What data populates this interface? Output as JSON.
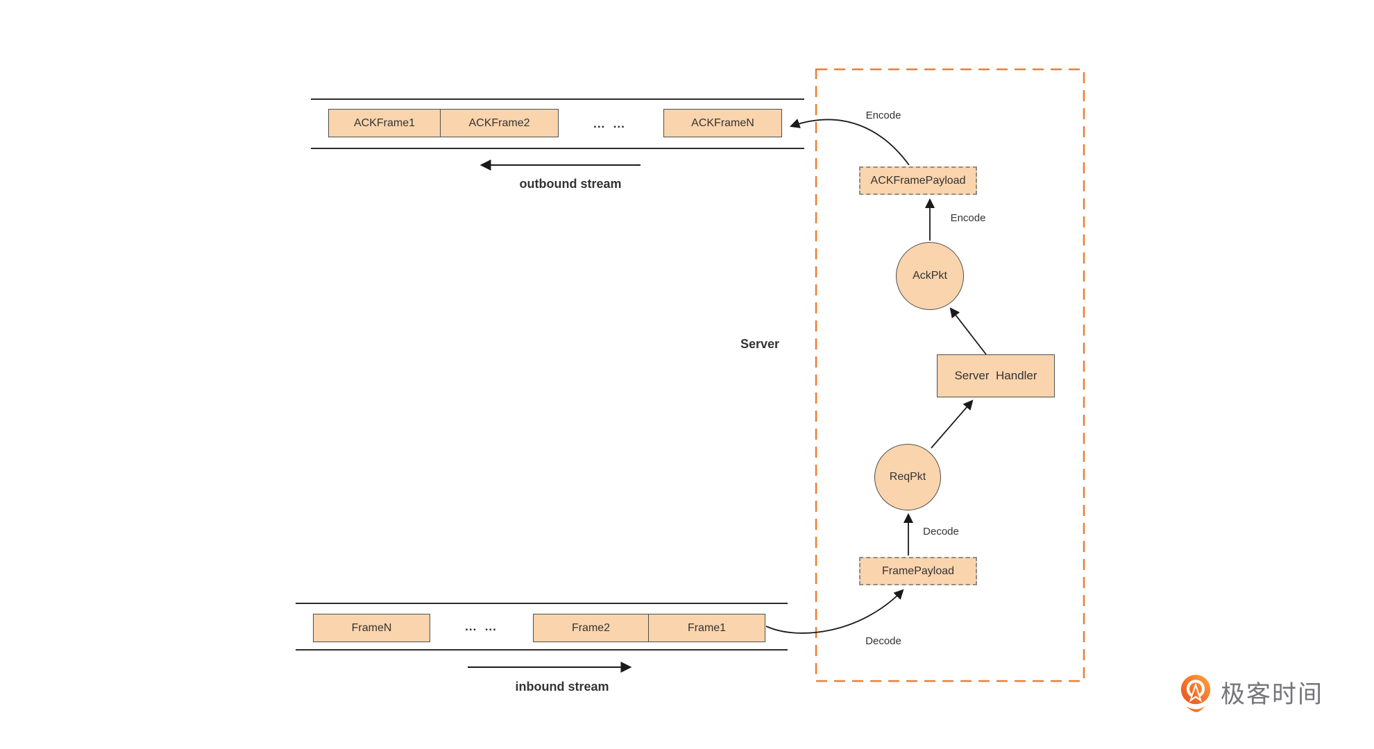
{
  "streams": {
    "outbound": {
      "label": "outbound stream",
      "dots": "...  ...",
      "frames": [
        "ACKFrame1",
        "ACKFrame2",
        "ACKFrameN"
      ]
    },
    "inbound": {
      "label": "inbound stream",
      "dots": "...  ...",
      "frames": [
        "FrameN",
        "Frame2",
        "Frame1"
      ]
    }
  },
  "server": {
    "label": "Server",
    "nodes": {
      "ack_frame_payload": "ACKFramePayload",
      "ack_pkt": "AckPkt",
      "server_handler": "Server  Handler",
      "req_pkt": "ReqPkt",
      "frame_payload": "FramePayload"
    },
    "edges": {
      "encode_top": "Encode",
      "encode_mid": "Encode",
      "decode_mid": "Decode",
      "decode_bottom": "Decode"
    }
  },
  "logo": {
    "brand": "极客时间",
    "icon": "geektime-pin-icon"
  },
  "colors": {
    "node_fill": "#FAD4AC",
    "node_border": "#4D4D4D",
    "dashed_node_border": "#8C8C8C",
    "server_boundary": "#ED7D31",
    "line": "#2B2B2B",
    "text": "#333333",
    "logo_orange": "#F1662A",
    "logo_text": "#757479"
  }
}
